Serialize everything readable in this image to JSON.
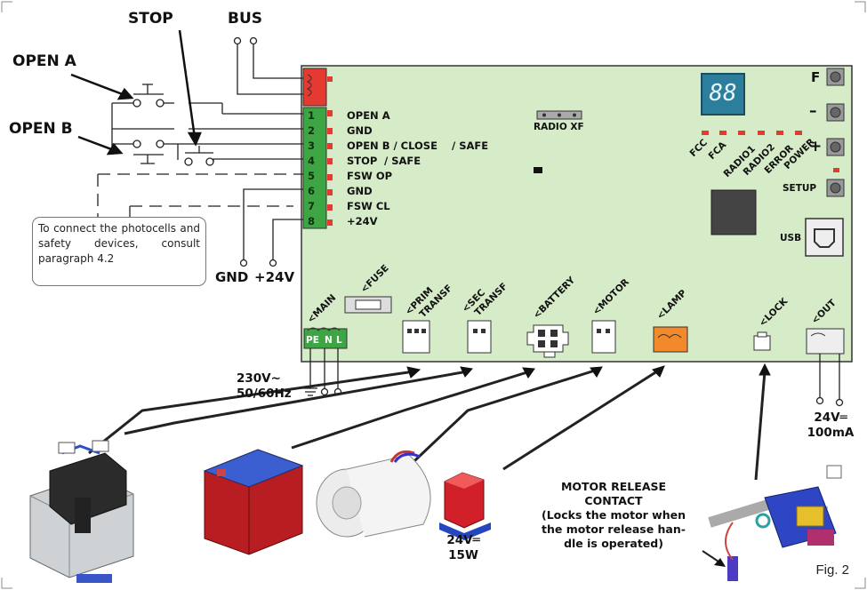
{
  "external_labels": {
    "stop": "STOP",
    "bus": "BUS",
    "open_a": "OPEN A",
    "open_b": "OPEN B",
    "gnd": "GND",
    "v24": "+24V"
  },
  "note": "To connect the photocells and safety devices, consult paragraph 4.2",
  "terminal_numbers": [
    "1",
    "2",
    "3",
    "4",
    "5",
    "6",
    "7",
    "8"
  ],
  "terminals": [
    {
      "label": "OPEN A"
    },
    {
      "label": "GND"
    },
    {
      "label": "OPEN B / CLOSE",
      "extra": "/ SAFE"
    },
    {
      "label": "STOP",
      "extra": "/ SAFE"
    },
    {
      "label": "FSW OP"
    },
    {
      "label": "GND"
    },
    {
      "label": "FSW CL"
    },
    {
      "label": "+24V"
    }
  ],
  "radio_xf": "RADIO XF",
  "display": "88",
  "buttons": {
    "f": "F",
    "minus": "–",
    "plus": "+",
    "setup": "SETUP",
    "usb": "USB"
  },
  "leds": [
    "FCC",
    "FCA",
    "RADIO1",
    "RADIO2",
    "ERROR",
    "POWER"
  ],
  "connectors": {
    "main": "<MAIN",
    "fuse": "<FUSE",
    "prim": "<PRIM",
    "prim2": "TRANSF",
    "sec": "<SEC",
    "sec2": "TRANSF",
    "battery": "<BATTERY",
    "motor": "<MOTOR",
    "lamp": "<LAMP",
    "lock": "<LOCK",
    "out": "<OUT",
    "main_pins": [
      "PE",
      "N",
      "L"
    ]
  },
  "mains": {
    "line1": "230V~",
    "line2": "50/60Hz"
  },
  "out_rating": {
    "line1": "24V═",
    "line2": "100mA"
  },
  "lamp_rating": {
    "line1": "24V═",
    "line2": "15W"
  },
  "motor_release": {
    "title1": "MOTOR RELEASE",
    "title2": "CONTACT",
    "desc": "(Locks the motor when the motor release han-dle is operated)"
  },
  "figure_label": "Fig. 2",
  "colors": {
    "board": "#d6ebc8",
    "terminal_green": "#3ea545",
    "red": "#e53a31",
    "lamp_orange": "#f28a2c"
  }
}
